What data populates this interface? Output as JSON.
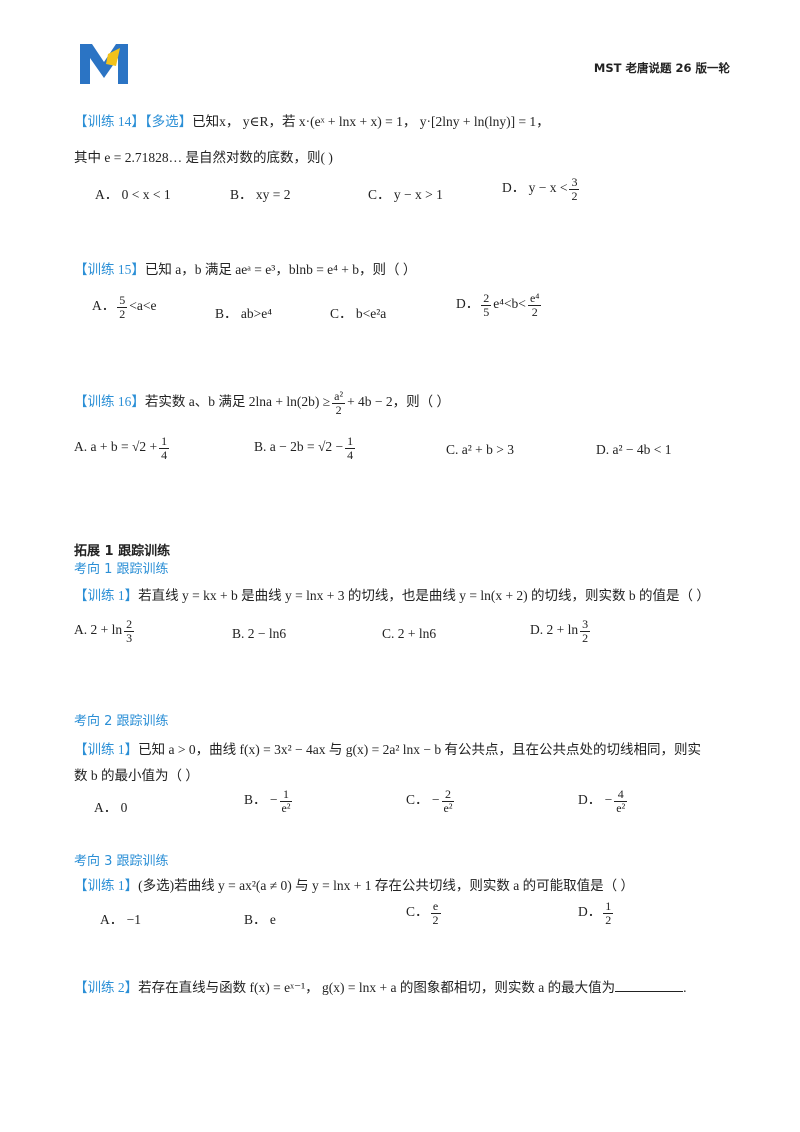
{
  "header": {
    "title": "MST 老唐说题 26 版一轮"
  },
  "colors": {
    "accent": "#2b8fd6",
    "logo_blue": "#2b74c4",
    "logo_yellow": "#f2c21b"
  },
  "p14": {
    "tag": "【训练 14】【多选】",
    "stem": "已知x， y∈R，若 x·(eˣ + lnx + x) = 1， y·[2lny + ln(lny)] = 1，",
    "stem2": "其中 e = 2.71828… 是自然对数的底数，则(        )",
    "A": "A． 0 < x < 1",
    "B": "B． xy = 2",
    "C": "C． y − x > 1",
    "D_pre": "D． y − x <",
    "D_num": "3",
    "D_den": "2"
  },
  "p15": {
    "tag": "【训练 15】",
    "stem": "已知 a，b 满足 aeᵃ = e³，blnb = e⁴ + b，则（        ）",
    "A_pre": "A．",
    "A_num": "5",
    "A_den": "2",
    "A_post": "<a<e",
    "B": "B． ab>e⁴",
    "C": "C． b<e²a",
    "D_pre": "D．",
    "D_num": "2",
    "D_den": "5",
    "D_mid": "e⁴<b<",
    "D_num2": "e⁴",
    "D_den2": "2"
  },
  "p16": {
    "tag": "【训练 16】",
    "stem_pre": "若实数 a、b 满足 2lna + ln(2b) ≥",
    "stem_num": "a²",
    "stem_den": "2",
    "stem_post": "+ 4b − 2，则（     ）",
    "A_pre": "A. a + b = √2 +",
    "A_num": "1",
    "A_den": "4",
    "B_pre": "B. a − 2b = √2 −",
    "B_num": "1",
    "B_den": "4",
    "C": "C. a² + b > 3",
    "D": "D. a² − 4b < 1"
  },
  "ext": {
    "title": "拓展 1  跟踪训练"
  },
  "d1": {
    "title": "考向 1 跟踪训练",
    "tag": "【训练 1】",
    "stem": "若直线 y = kx + b 是曲线 y = lnx + 3 的切线，也是曲线 y = ln(x + 2) 的切线，则实数 b 的值是（        ）",
    "A_pre": "A. 2 + ln",
    "A_num": "2",
    "A_den": "3",
    "B": "B. 2 − ln6",
    "C": "C. 2 + ln6",
    "D_pre": "D. 2 + ln",
    "D_num": "3",
    "D_den": "2"
  },
  "d2": {
    "title": "考向 2 跟踪训练",
    "tag": "【训练 1】",
    "stem": "已知 a > 0，曲线 f(x) = 3x² − 4ax 与 g(x) = 2a² lnx − b 有公共点，且在公共点处的切线相同，则实",
    "stem2": "数 b 的最小值为（        ）",
    "A": "A． 0",
    "B_pre": "B． −",
    "B_num": "1",
    "B_den": "e²",
    "C_pre": "C． −",
    "C_num": "2",
    "C_den": "e²",
    "D_pre": "D． −",
    "D_num": "4",
    "D_den": "e²"
  },
  "d3": {
    "title": "考向 3 跟踪训练",
    "tag": "【训练 1】",
    "stem": "(多选)若曲线 y = ax²(a ≠ 0) 与 y = lnx + 1 存在公共切线，则实数 a 的可能取值是（        ）",
    "A": "A． −1",
    "B": "B． e",
    "C_pre": "C．",
    "C_num": "e",
    "C_den": "2",
    "D_pre": "D．",
    "D_num": "1",
    "D_den": "2"
  },
  "t2": {
    "tag": "【训练 2】",
    "stem": "若存在直线与函数 f(x) = eˣ⁻¹， g(x) = lnx + a 的图象都相切，则实数 a 的最大值为",
    "end": "."
  }
}
